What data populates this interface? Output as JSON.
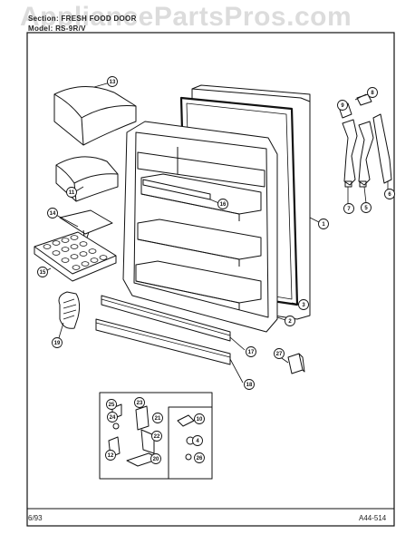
{
  "header": {
    "section_label": "Section: FRESH FOOD DOOR",
    "model_label": "Model: RS-9R/V"
  },
  "footer": {
    "date": "6/93",
    "page_code": "A44-514"
  },
  "watermark": "AppliancePartsPros.com",
  "callouts": [
    {
      "key": "c1",
      "text": "1"
    },
    {
      "key": "c2",
      "text": "2"
    },
    {
      "key": "c3",
      "text": "3"
    },
    {
      "key": "c4",
      "text": "4"
    },
    {
      "key": "c5",
      "text": "5"
    },
    {
      "key": "c6",
      "text": "6"
    },
    {
      "key": "c7",
      "text": "7"
    },
    {
      "key": "c8",
      "text": "8"
    },
    {
      "key": "c9",
      "text": "9"
    },
    {
      "key": "c10",
      "text": "10"
    },
    {
      "key": "c11",
      "text": "11"
    },
    {
      "key": "c12",
      "text": "12"
    },
    {
      "key": "c13",
      "text": "13"
    },
    {
      "key": "c14",
      "text": "14"
    },
    {
      "key": "c15",
      "text": "15"
    },
    {
      "key": "c16",
      "text": "16"
    },
    {
      "key": "c17",
      "text": "17"
    },
    {
      "key": "c18",
      "text": "18"
    },
    {
      "key": "c19",
      "text": "19"
    },
    {
      "key": "c20",
      "text": "20"
    },
    {
      "key": "c21",
      "text": "21"
    },
    {
      "key": "c22",
      "text": "22"
    },
    {
      "key": "c23",
      "text": "23"
    },
    {
      "key": "c24",
      "text": "24"
    },
    {
      "key": "c25",
      "text": "25"
    },
    {
      "key": "c26",
      "text": "26"
    },
    {
      "key": "c27",
      "text": "27"
    }
  ]
}
